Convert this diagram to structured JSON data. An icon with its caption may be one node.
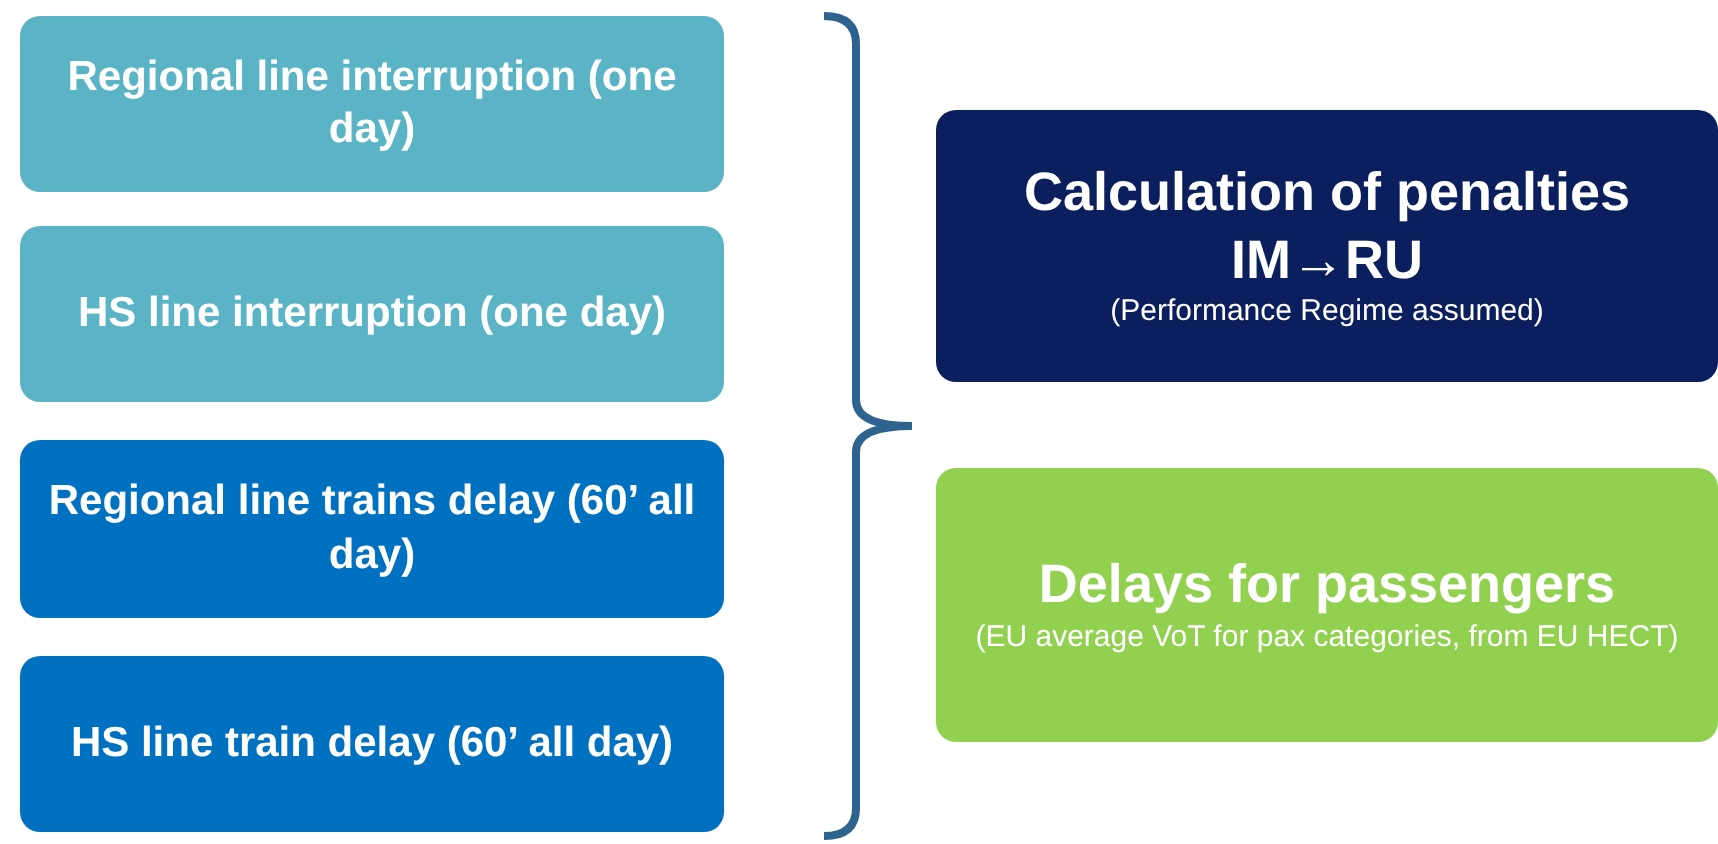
{
  "diagram": {
    "nodes": [
      {
        "text": [
          "Regional line interruption (one day)"
        ]
      },
      {
        "text": [
          "HS line interruption (one day)"
        ]
      },
      {
        "text": [
          "Regional line trains delay (60’ all day)"
        ]
      },
      {
        "text": [
          "HS line train delay (60’ all day)"
        ]
      },
      {
        "text": [
          "Calculation of penalties IM→RU",
          "(Performance Regime assumed)"
        ]
      },
      {
        "text": [
          "Delays for passengers",
          "(EU average VoT for pax categories, from EU HECT)"
        ]
      }
    ]
  }
}
